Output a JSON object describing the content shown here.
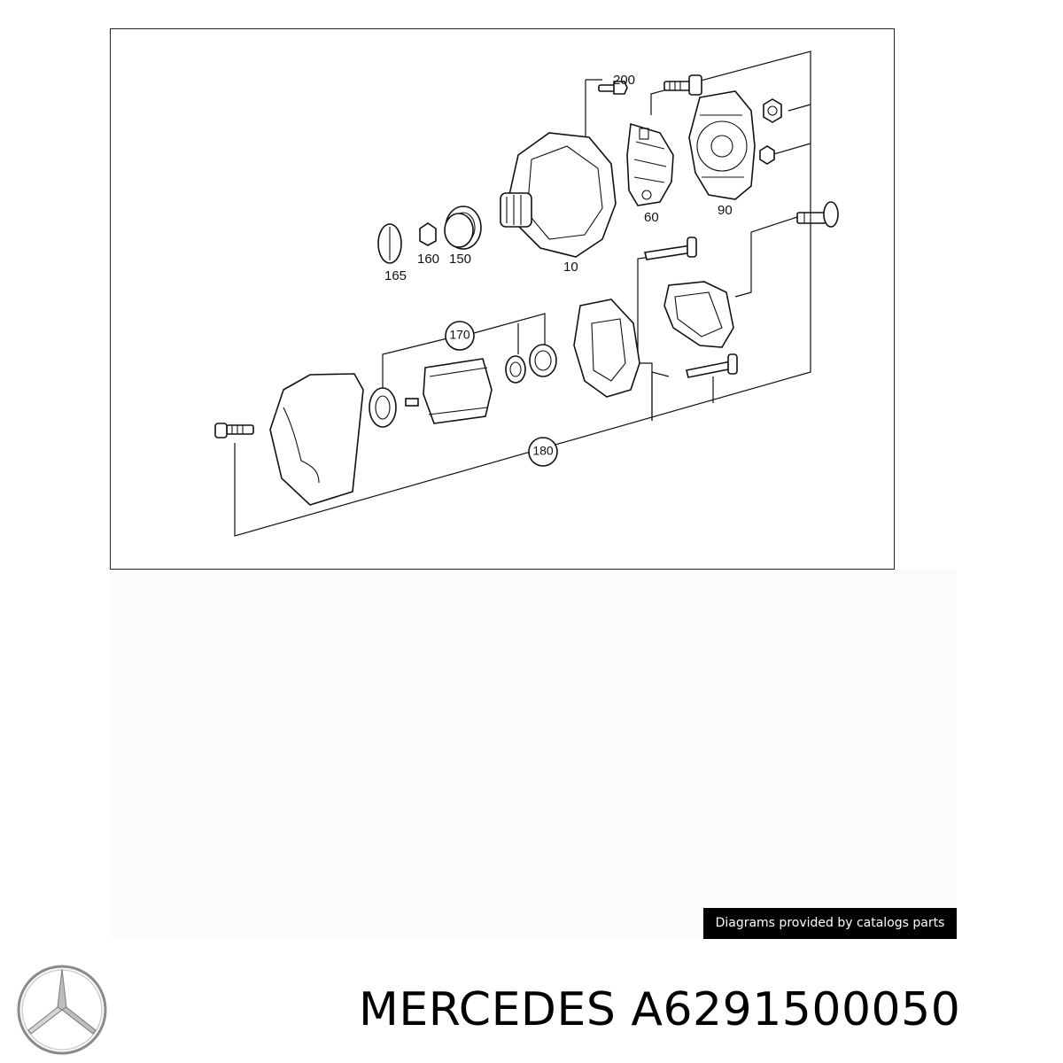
{
  "callouts": {
    "c200": "200",
    "c165": "165",
    "c160": "160",
    "c150": "150",
    "c10": "10",
    "c60": "60",
    "c90": "90",
    "c170": "170",
    "c180": "180"
  },
  "watermark": {
    "text": "Diagrams provided by catalogs parts"
  },
  "footer": {
    "brand": "MERCEDES",
    "part_number": "A6291500050"
  },
  "logo": {
    "icon": "mercedes-star-icon"
  }
}
